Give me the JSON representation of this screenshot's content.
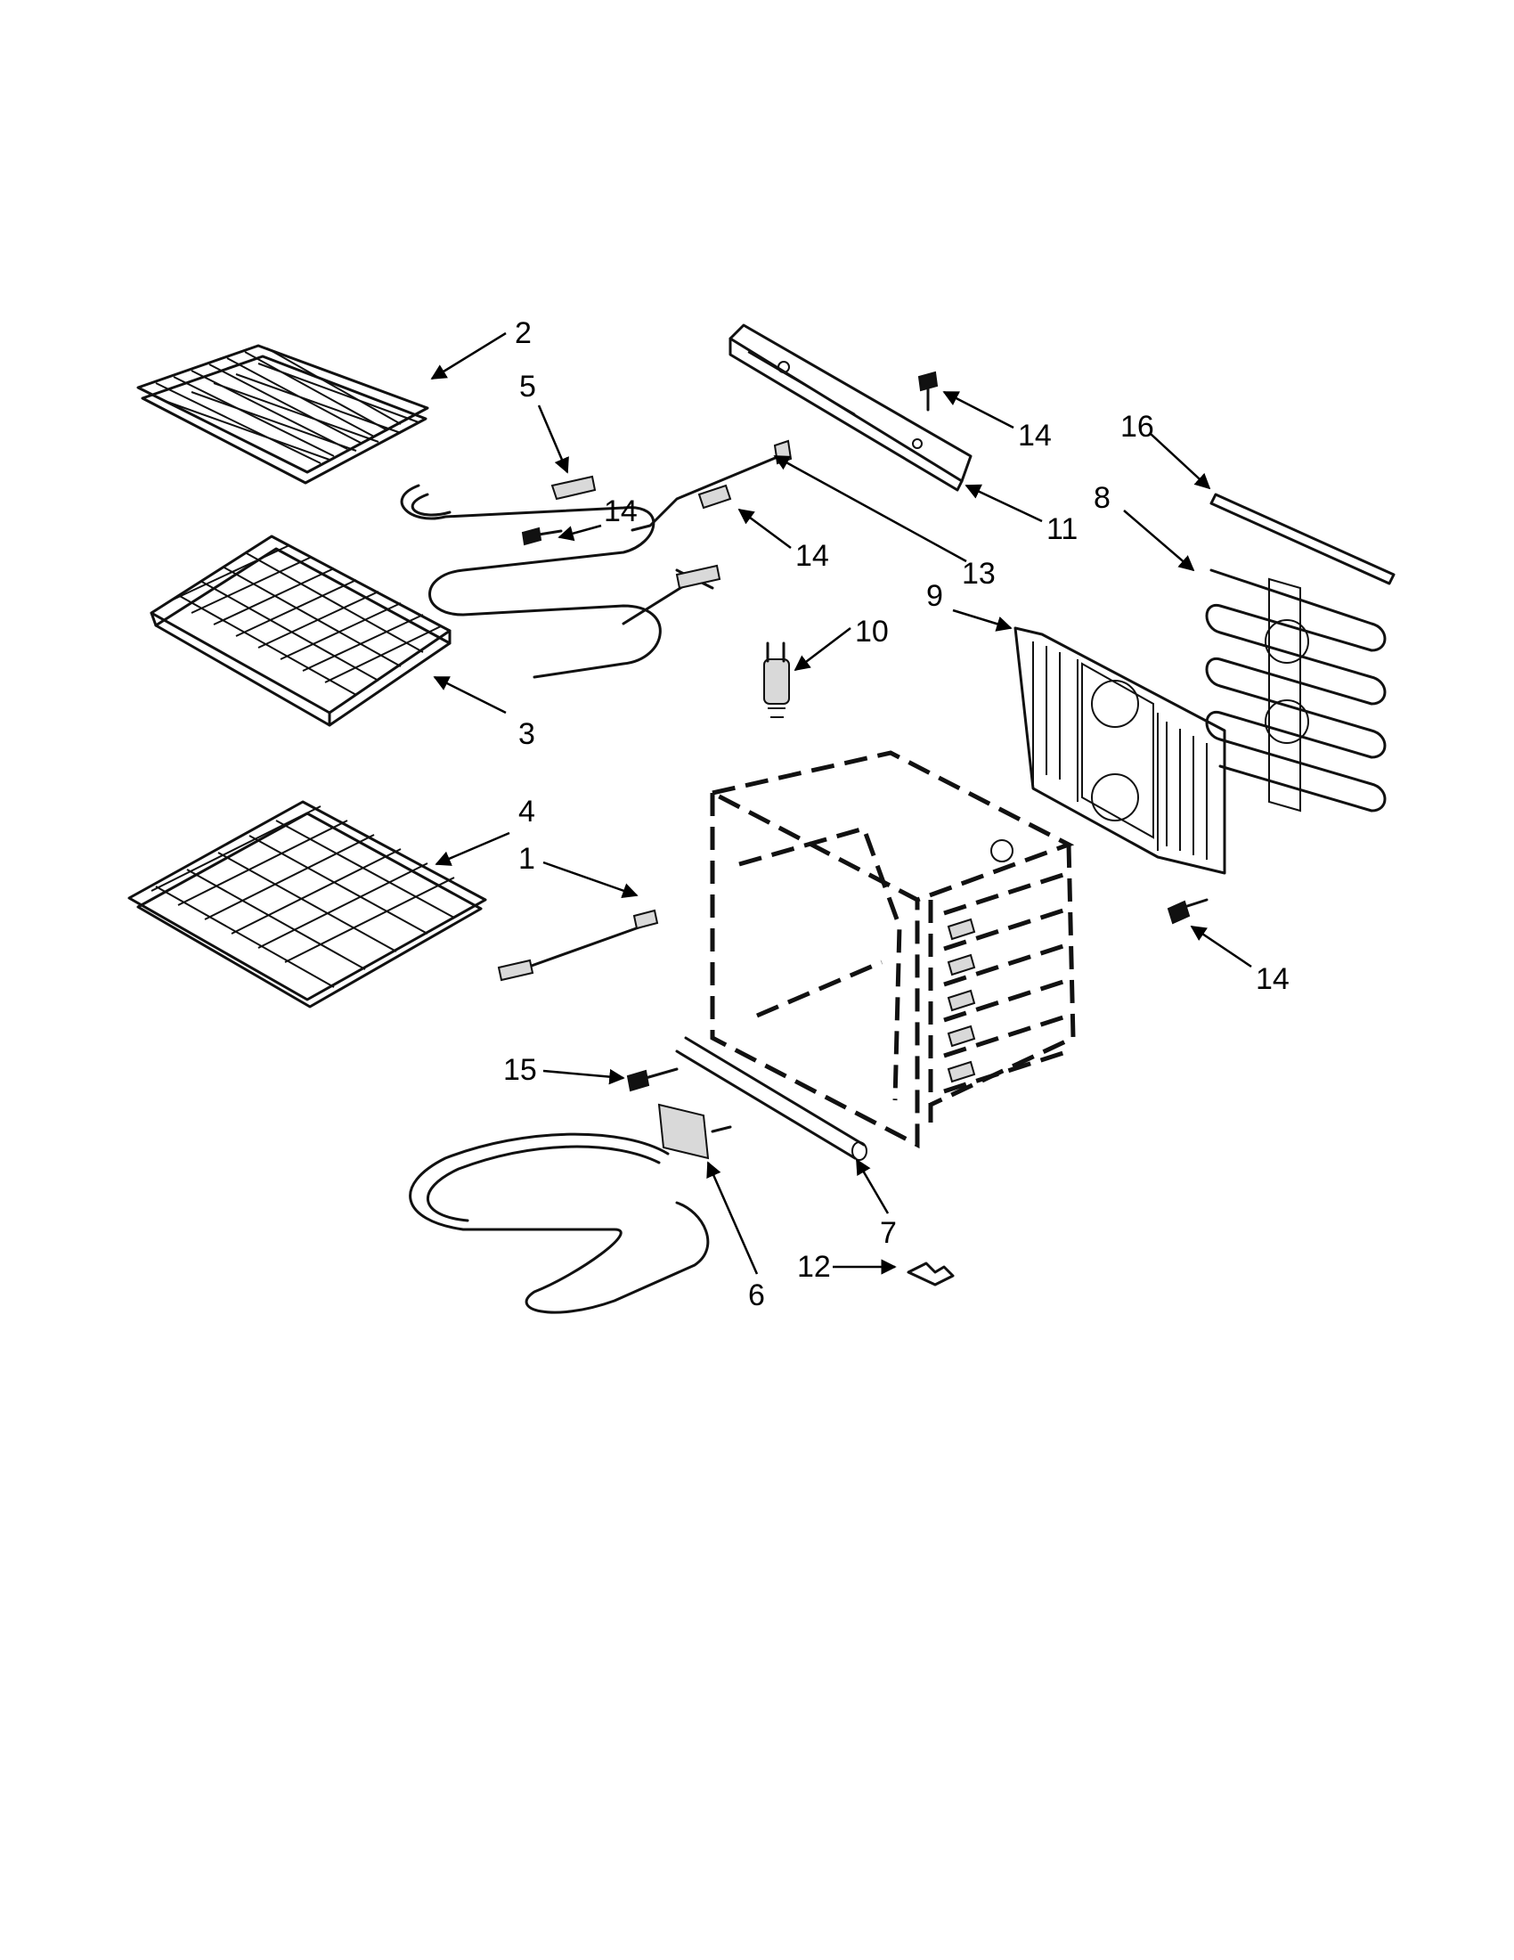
{
  "callouts": [
    {
      "id": "c2",
      "text": "2"
    },
    {
      "id": "c5",
      "text": "5"
    },
    {
      "id": "c14a",
      "text": "14"
    },
    {
      "id": "c3",
      "text": "3"
    },
    {
      "id": "c4",
      "text": "4"
    },
    {
      "id": "c1",
      "text": "1"
    },
    {
      "id": "c15",
      "text": "15"
    },
    {
      "id": "c6",
      "text": "6"
    },
    {
      "id": "c7",
      "text": "7"
    },
    {
      "id": "c12",
      "text": "12"
    },
    {
      "id": "c14b",
      "text": "14"
    },
    {
      "id": "c14c",
      "text": "14"
    },
    {
      "id": "c11",
      "text": "11"
    },
    {
      "id": "c13",
      "text": "13"
    },
    {
      "id": "c10",
      "text": "10"
    },
    {
      "id": "c16",
      "text": "16"
    },
    {
      "id": "c8",
      "text": "8"
    },
    {
      "id": "c9",
      "text": "9"
    },
    {
      "id": "c14d",
      "text": "14"
    }
  ],
  "colors": {
    "ink": "#111111",
    "background": "#ffffff"
  }
}
